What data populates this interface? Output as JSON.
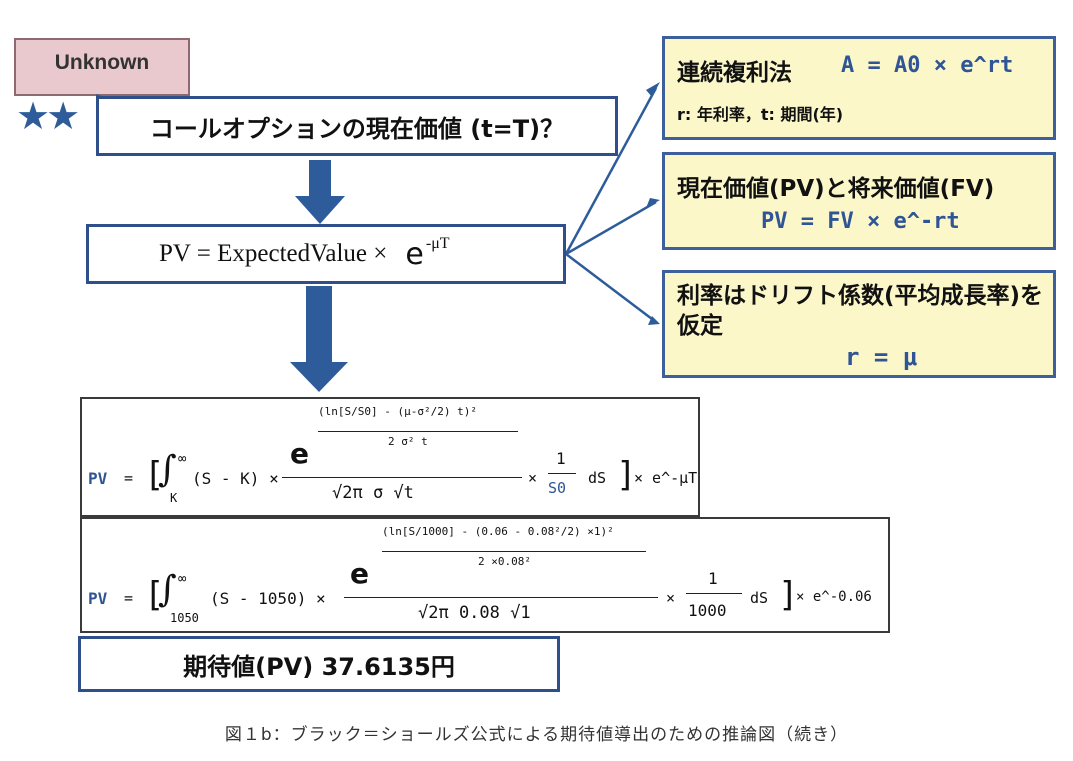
{
  "badge": {
    "label": "Unknown",
    "stars": 2
  },
  "colors": {
    "arrow": "#2e5c9a",
    "box_border": "#2e4f8a",
    "yellow_box": "#fbf7c9",
    "formula_blue": "#2f5596"
  },
  "question": {
    "text": "コールオプションの現在価値 (t=T)？"
  },
  "pv_equation": {
    "lhs": "PV = ExpectedValue ×",
    "e": "e",
    "exp": "-μT"
  },
  "formula1": {
    "pv": "PV",
    "eq": "=",
    "lower": "K",
    "upper": "∞",
    "integrand": "(S - K) ×",
    "exp_num": "(ln[S/S0] - (μ-σ²/2) t)²",
    "exp_den": "2 σ² t",
    "den": "√2π σ √t",
    "times": "×",
    "one": "1",
    "s0": "S0",
    "dS": "dS",
    "tail": "× e^-μT"
  },
  "formula2": {
    "pv": "PV",
    "eq": "=",
    "lower": "1050",
    "upper": "∞",
    "integrand": "(S - 1050) ×",
    "exp_num": "(ln[S/1000] - (0.06 - 0.08²/2) ×1)²",
    "exp_den": "2 ×0.08²",
    "den": "√2π 0.08 √1",
    "times": "×",
    "one": "1",
    "denom_val": "1000",
    "dS": "dS",
    "tail": "× e^-0.06"
  },
  "result": {
    "text": "期待値(PV)  37.6135円"
  },
  "boxes": [
    {
      "title": "連続複利法",
      "formula": "A = A0 × e^rt",
      "note": "r: 年利率，t: 期間(年)"
    },
    {
      "title": "現在価値(PV)と将来価値(FV)",
      "formula": "PV = FV × e^-rt"
    },
    {
      "title": "利率はドリフト係数(平均成長率)を仮定",
      "formula": "r = μ"
    }
  ],
  "caption": "図１b：ブラック＝ショールズ公式による期待値導出のための推論図（続き）"
}
